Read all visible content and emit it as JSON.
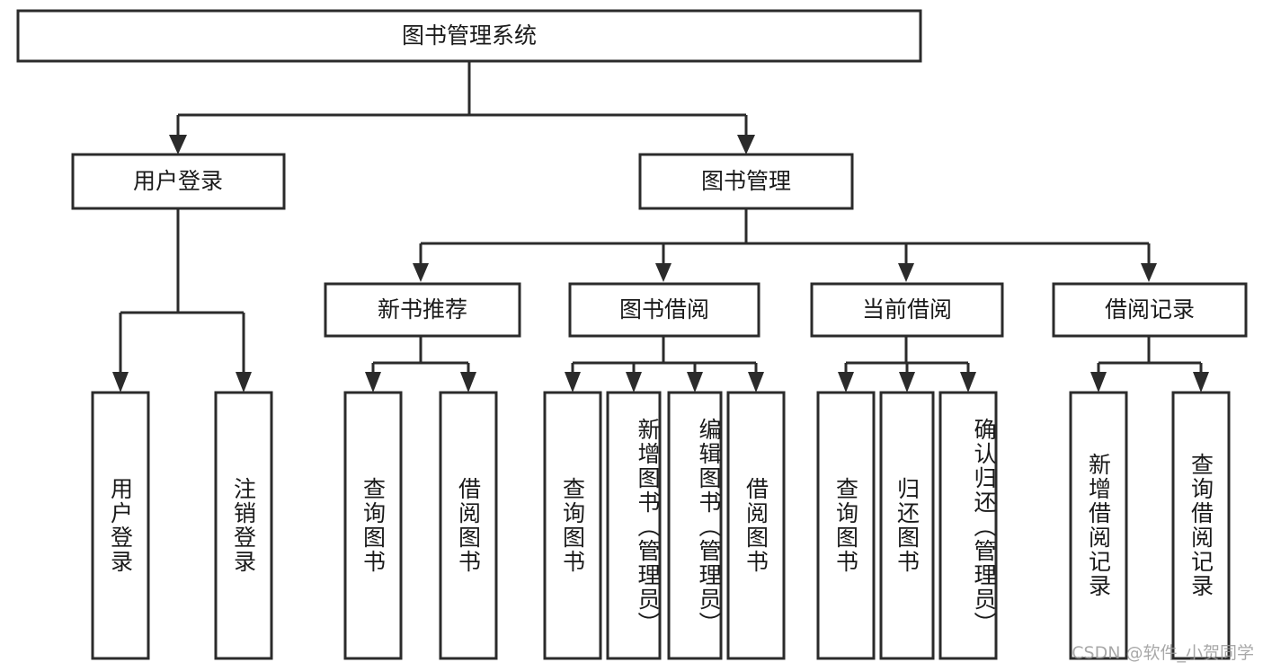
{
  "diagram": {
    "title": "图书管理系统",
    "type": "hierarchy-tree",
    "orientation": "top-down",
    "colors": {
      "box_stroke": "#2b2b2b",
      "box_fill": "#ffffff",
      "line": "#2b2b2b",
      "text": "#1a1a1a",
      "background": "#ffffff",
      "watermark": "#9a9a9a"
    },
    "levels": {
      "root": {
        "label": "图书管理系统"
      },
      "level1": [
        {
          "label": "用户登录"
        },
        {
          "label": "图书管理"
        }
      ],
      "level2": [
        {
          "label": "新书推荐"
        },
        {
          "label": "图书借阅"
        },
        {
          "label": "当前借阅"
        },
        {
          "label": "借阅记录"
        }
      ],
      "leaves": {
        "user_login": [
          {
            "label": "用户登录"
          },
          {
            "label": "注销登录"
          }
        ],
        "new_book_recommend": [
          {
            "label": "查询图书"
          },
          {
            "label": "借阅图书"
          }
        ],
        "book_borrow": [
          {
            "label": "查询图书"
          },
          {
            "label": "新增图书（管理员）"
          },
          {
            "label": "编辑图书（管理员）"
          },
          {
            "label": "借阅图书"
          }
        ],
        "current_borrow": [
          {
            "label": "查询图书"
          },
          {
            "label": "归还图书"
          },
          {
            "label": "确认归还（管理员）"
          }
        ],
        "borrow_record": [
          {
            "label": "新增借阅记录"
          },
          {
            "label": "查询借阅记录"
          }
        ]
      }
    }
  },
  "watermark": {
    "text": "CSDN @软件_小贺同学"
  }
}
